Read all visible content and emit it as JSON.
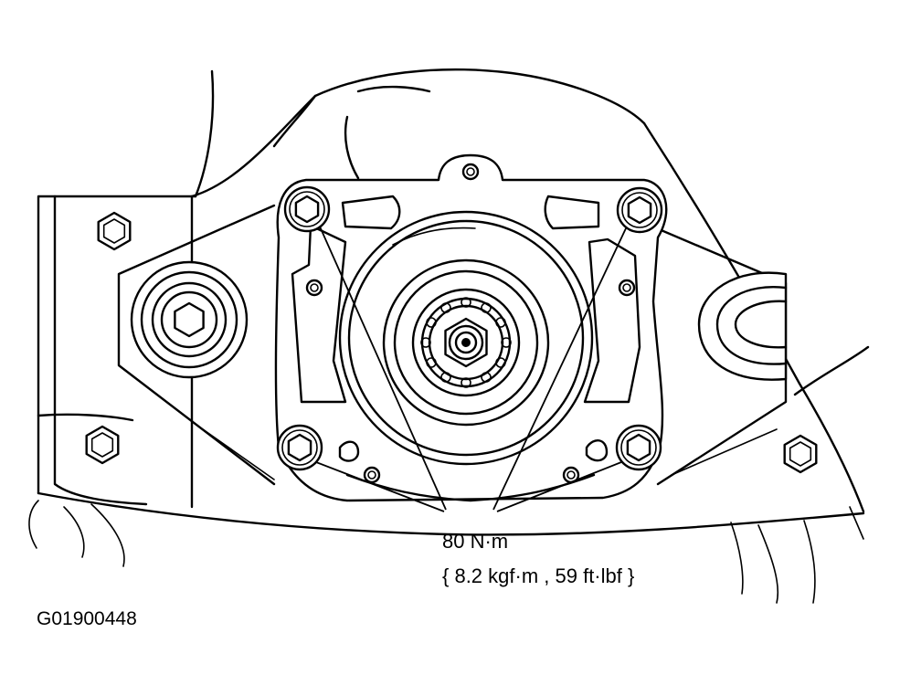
{
  "torque": {
    "value": "80 N·m",
    "alternate": "{ 8.2 kgf·m , 59 ft·lbf }"
  },
  "figure_id": "G01900448"
}
